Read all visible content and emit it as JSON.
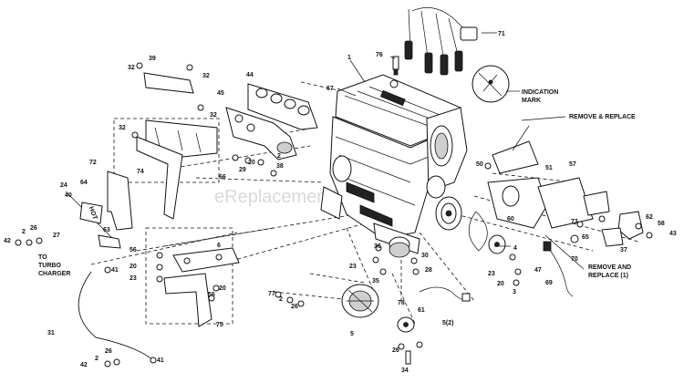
{
  "diagram": {
    "watermark": "eReplacementParts.com",
    "callouts": {
      "c1": "1",
      "c76": "76",
      "c71": "71",
      "c67": "67",
      "c39": "39",
      "c32a": "32",
      "c32b": "32",
      "c32c": "32",
      "c32d": "32",
      "c44": "44",
      "c45": "45",
      "c2a": "2",
      "c74": "74",
      "c66": "66",
      "c29": "29",
      "c20a": "20",
      "c38": "38",
      "c72": "72",
      "c24": "24",
      "c64": "64",
      "c40": "40",
      "c42a": "42",
      "c2b": "2",
      "c26a": "26",
      "c27": "27",
      "c63": "63",
      "c41a": "41",
      "c56a": "56",
      "c20b": "20",
      "c23a": "23",
      "c6": "6",
      "c56b": "56",
      "c20c": "20",
      "c75": "75",
      "c77": "77",
      "c2c": "2",
      "c26b": "26",
      "c31": "31",
      "c42b": "42",
      "c2d": "2",
      "c26c": "26",
      "c41b": "41",
      "c50": "50",
      "c51": "51",
      "c57": "57",
      "c60": "60",
      "c36": "36",
      "c23b": "23",
      "c35": "35",
      "c30": "30",
      "c28": "28",
      "c4": "4",
      "c23c": "23",
      "c20d": "20",
      "c3": "3",
      "c73": "73",
      "c65": "65",
      "c62": "62",
      "c58": "58",
      "c43": "43",
      "c37": "37",
      "c47": "47",
      "c69": "69",
      "c70": "70",
      "c5a": "5",
      "c78": "78",
      "c61": "61",
      "c5b": "5(2)",
      "c26d": "26",
      "c34": "34"
    },
    "annotations": {
      "indication_mark_1": "INDICATION",
      "indication_mark_2": "MARK",
      "remove_replace": "REMOVE & REPLACE",
      "remove_replace_1a": "REMOVE AND",
      "remove_replace_1b": "REPLACE (1)",
      "turbo_1": "TO",
      "turbo_2": "TURBO",
      "turbo_3": "CHARGER"
    }
  }
}
